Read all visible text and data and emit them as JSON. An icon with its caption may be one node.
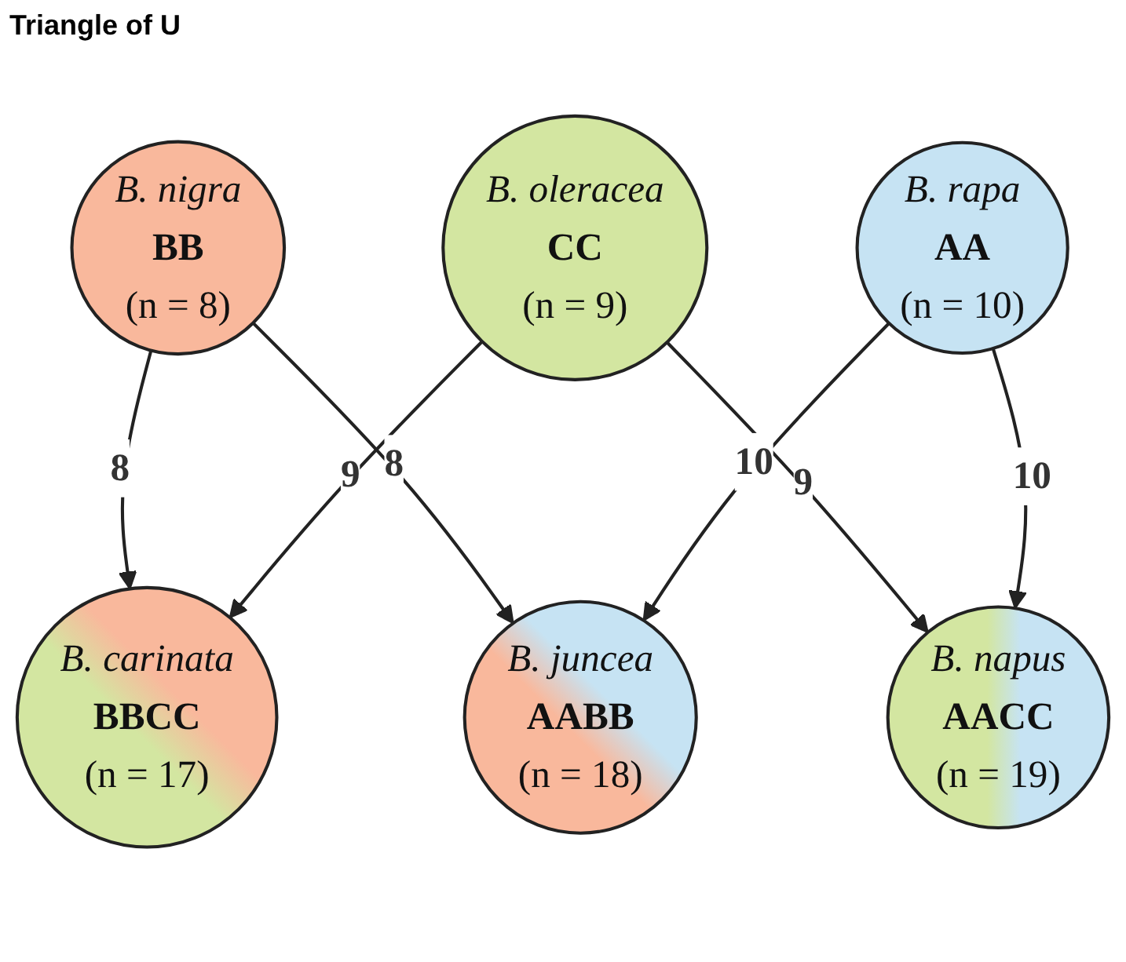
{
  "diagram": {
    "nodes": [
      {
        "text": [
          "B. nigra",
          "BB",
          "(n = 8)"
        ]
      },
      {
        "text": [
          "B. carinata",
          "BBCC",
          "(n = 17)"
        ]
      },
      {
        "text": [
          "B. juncea",
          "AABB",
          "(n = 18)"
        ]
      },
      {
        "text": [
          "B. oleracea",
          "CC",
          "(n = 9)"
        ]
      },
      {
        "text": [
          "B. napus",
          "AACC",
          "(n = 19)"
        ]
      },
      {
        "text": [
          "B. rapa",
          "AA",
          "(n = 10)"
        ]
      }
    ],
    "edges": [
      {
        "from": 0,
        "to": 1,
        "arrow": "to",
        "label": "8"
      },
      {
        "from": 0,
        "to": 2,
        "arrow": "to",
        "label": "8"
      },
      {
        "from": 3,
        "to": 1,
        "arrow": "to",
        "label": "9"
      },
      {
        "from": 5,
        "to": 2,
        "arrow": "to",
        "label": "10"
      },
      {
        "from": 3,
        "to": 4,
        "arrow": "to",
        "label": "9"
      },
      {
        "from": 5,
        "to": 4,
        "arrow": "to",
        "label": "10"
      }
    ],
    "labels": [
      "Triangle of U"
    ]
  }
}
